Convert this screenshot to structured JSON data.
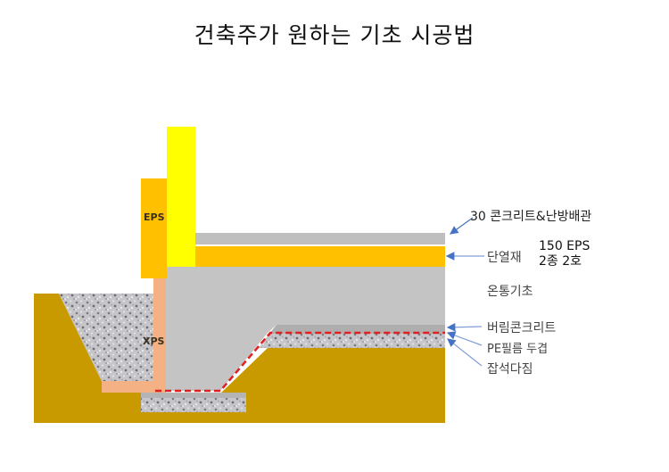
{
  "title": "건축주가 원하는 기초 시공법",
  "diagram": {
    "inner_labels": {
      "eps": "EPS",
      "xps": "XPS"
    },
    "callouts": [
      {
        "id": "topping",
        "text": "30 콘크리트&난방배관"
      },
      {
        "id": "insulation",
        "text": "단열재"
      },
      {
        "id": "slab",
        "text": "온통기초"
      },
      {
        "id": "blinding",
        "text": "버림콘크리트"
      },
      {
        "id": "pe_film",
        "text": "PE필름 두겹"
      },
      {
        "id": "gravel",
        "text": "잡석다짐"
      }
    ],
    "insulation_spec": {
      "line1": "150 EPS",
      "line2": "2종 2호"
    },
    "colors": {
      "ground": "#c89a00",
      "gravel": "#b8b8bc",
      "concrete": "#c4c4c4",
      "insulation_orange": "#ffc000",
      "wall_yellow": "#ffff00",
      "xps_salmon": "#f4b183",
      "pe_film_red": "#e02020",
      "arrow_blue": "#4472c4"
    }
  }
}
